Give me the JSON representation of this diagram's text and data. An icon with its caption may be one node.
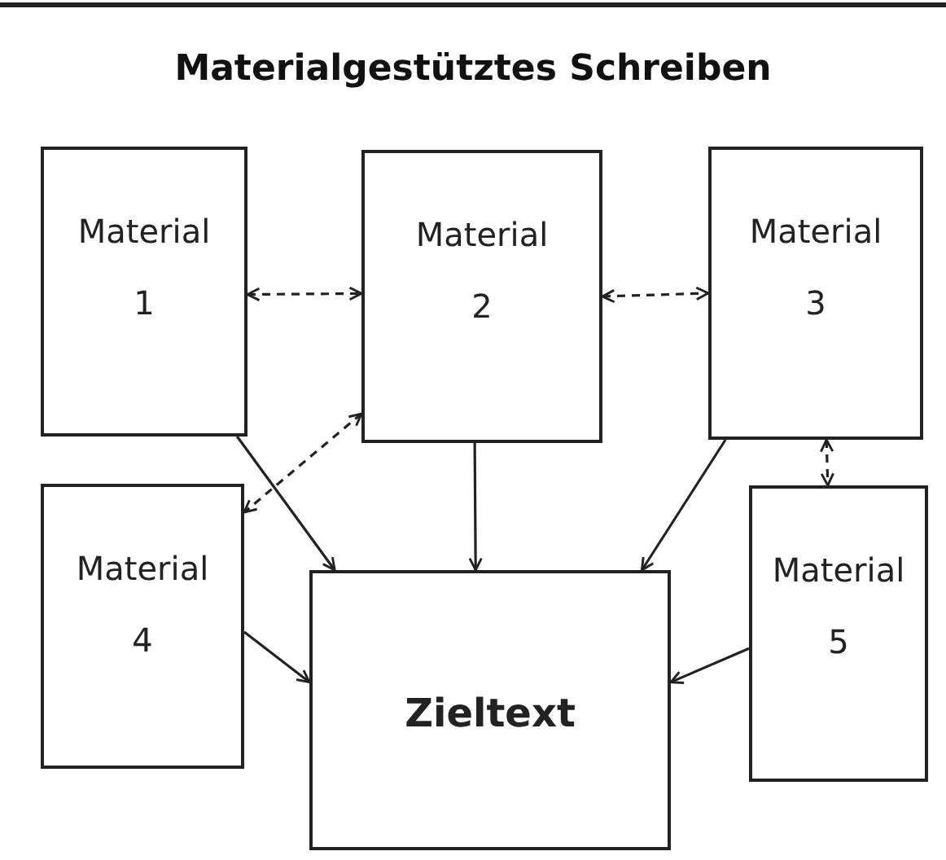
{
  "diagram": {
    "title": "Materialgestütztes Schreiben",
    "nodes": [
      {
        "text": [
          "Material",
          "1"
        ]
      },
      {
        "text": [
          "Material",
          "2"
        ]
      },
      {
        "text": [
          "Material",
          "3"
        ]
      },
      {
        "text": [
          "Material",
          "4"
        ]
      },
      {
        "text": [
          "Material",
          "5"
        ]
      },
      {
        "text": [
          "Zieltext"
        ]
      }
    ],
    "edges": [
      {
        "from": 0,
        "to": 1,
        "arrow": "both",
        "style": "dashed"
      },
      {
        "from": 1,
        "to": 2,
        "arrow": "both",
        "style": "dashed"
      },
      {
        "from": 2,
        "to": 4,
        "arrow": "both",
        "style": "dashed"
      },
      {
        "from": 1,
        "to": 3,
        "arrow": "both",
        "style": "dashed"
      },
      {
        "from": 0,
        "to": 5,
        "arrow": "to"
      },
      {
        "from": 1,
        "to": 5,
        "arrow": "to"
      },
      {
        "from": 2,
        "to": 5,
        "arrow": "to"
      },
      {
        "from": 3,
        "to": 5,
        "arrow": "to"
      },
      {
        "from": 4,
        "to": 5,
        "arrow": "to"
      }
    ]
  }
}
